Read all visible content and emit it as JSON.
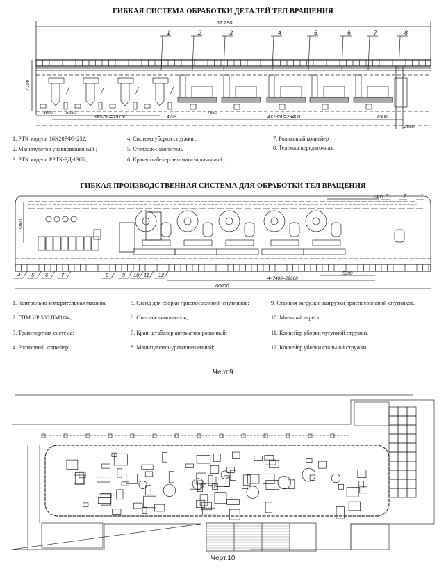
{
  "fig1": {
    "title": "ГИБКАЯ СИСТЕМА ОБРАБОТКИ ДЕТАЛЕЙ ТЕЛ ВРАЩЕНИЯ",
    "callouts": [
      "1",
      "2",
      "3",
      "4",
      "5",
      "6",
      "7",
      "8"
    ],
    "dims": {
      "total": "62 290",
      "height": "7 100",
      "d1": "3000",
      "d2": "5250",
      "d3": "3×5250=15750",
      "d4": "4725",
      "d5": "7350",
      "d6": "4×7350=29400",
      "d7": "6300",
      "d8": "2050"
    },
    "legend": [
      "1. РТК модели 16К20РФ3-232;",
      "2. Манипулятор уравновешенный ;",
      "3. РТК модели РРТК-3Д-1305 ;",
      "4. Система уборки стружки ;",
      "5. Стеллаж-накопитель ;",
      "6. Кран-штабелер автоматизированный ;",
      "7. Роликовый конвейер ;",
      "8. Тележка передаточная."
    ]
  },
  "fig2": {
    "title": "ГИБКАЯ ПРОИЗВОДСТВЕННАЯ СИСТЕМА ДЛЯ ОБРАБОТКИ ТЕЛ ВРАЩЕНИЯ",
    "callouts_top": [
      "3",
      "2",
      "1"
    ],
    "callouts_bottom": [
      "4",
      "5",
      "6",
      "7",
      "8",
      "9",
      "10",
      "11",
      "12"
    ],
    "dims": {
      "d_top": "7400",
      "height": "9800",
      "d_step": "4×7400=29600",
      "d_5300": "5300",
      "total": "66000"
    },
    "legend": [
      "1. Контрольно-измерительная машина;",
      "2. ГПМ ИР 500 ПМ1Ф4;",
      "3. Транспортная система;",
      "4. Роликовый конвейер;",
      "5. Стенд для сборки приспособлений-спутников;",
      "6. Стеллаж-накопитель;",
      "7. Кран-штабелер автоматизированный;",
      "8. Манипулятор-уравновешенный;",
      "9. Станция загрузки-разгрузки приспособлений-спутников,",
      "10. Моечный агрегат;",
      "11. Конвейер уборки чугунной стружки.",
      "12. Конвейер уборки стальной стружки."
    ],
    "caption": "Черт.9"
  },
  "fig3": {
    "caption": "Черт.10"
  }
}
